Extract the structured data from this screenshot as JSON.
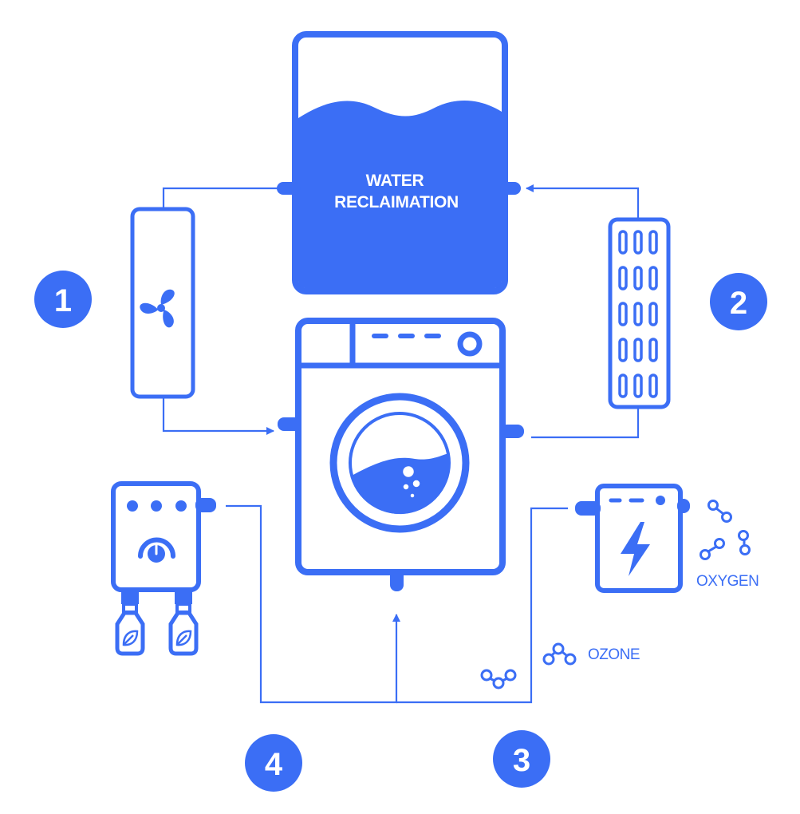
{
  "diagram": {
    "tank": {
      "title_line1": "WATER",
      "title_line2": "RECLAIMATION"
    },
    "steps": [
      {
        "number": "1"
      },
      {
        "number": "2"
      },
      {
        "number": "3"
      },
      {
        "number": "4"
      }
    ],
    "labels": {
      "oxygen": "OXYGEN",
      "ozone": "OZONE"
    }
  },
  "colors": {
    "accent": "#3b6ef5",
    "background": "#ffffff"
  },
  "icons": [
    "fan-icon",
    "lightning-icon",
    "leaf-icon",
    "oxygen-molecule-icon",
    "ozone-molecule-icon",
    "water-bubbles-icon"
  ]
}
